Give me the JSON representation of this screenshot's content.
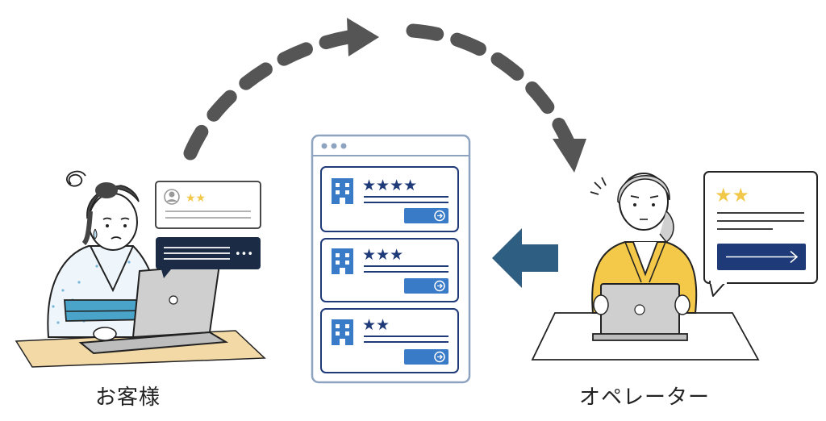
{
  "labels": {
    "customer": "お客様",
    "operator": "オペレーター"
  },
  "browser": {
    "cards": [
      {
        "stars": "★★★★",
        "rating": 4
      },
      {
        "stars": "★★★",
        "rating": 3
      },
      {
        "stars": "★★",
        "rating": 2
      }
    ]
  },
  "customer_bubble": {
    "stars": "★★",
    "rating": 2,
    "dots": "•••"
  },
  "operator_bubble": {
    "stars": "★★",
    "rating": 2
  },
  "colors": {
    "accent_blue": "#3a7bc8",
    "navy": "#1e3a78",
    "dark_navy": "#1c2b45",
    "star_gold": "#f2c84b",
    "arrow_teal": "#2e5f82",
    "dashed_arrow": "#555555",
    "jacket_yellow": "#f4c94a",
    "desk": "#f3d9a6",
    "kimono_blue": "#4aa3c9"
  }
}
